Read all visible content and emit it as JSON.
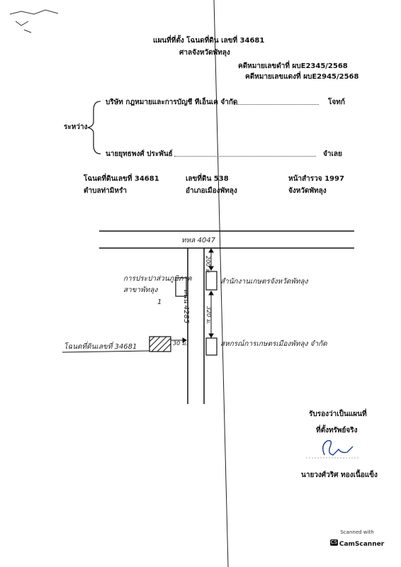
{
  "header": {
    "title": "แผนที่ที่ตั้ง โฉนดที่ดิน เลขที่  34681",
    "court": "ศาลจังหวัดพัทลุง",
    "black_case": "คดีหมายเลขดำที่  ผบE2345/2568",
    "red_case": "คดีหมายเลขแดงที่  ผบE2945/2568"
  },
  "parties": {
    "between_label": "ระหว่าง",
    "plaintiff_name": "บริษัท กฎหมายและการบัญชี ทีเอ็นเค จำกัด",
    "plaintiff_role": "โจทก์",
    "defendant_name": "นายยุทธพงศ์  ประพันธ์",
    "defendant_role": "จำเลย"
  },
  "land": {
    "deed": "โฉนดที่ดินเลขที่ 34681",
    "land_no": "เลขที่ดิน 538",
    "survey_page": "หน้าสำรวจ  1997",
    "subdistrict": "ตำบลท่ามิหรำ",
    "district": "อำเภอเมืองพัทลุง",
    "province": "จังหวัดพัทลุง"
  },
  "map": {
    "highway_label": "ทหล 4047",
    "side_road_label": "ถนน 4285",
    "left_building_line1": "การประปาส่วนภูมิภาค",
    "left_building_line2": "สาขาพัทลุง",
    "left_building_number": "1",
    "right_building_top": "สำนักงานเกษตรจังหวัดพัทลุง",
    "right_building_bottom": "สหกรณ์การเกษตรเมืองพัทลุง จำกัด",
    "dist_top": "200 ม.",
    "dist_middle": "320 ม.",
    "dist_land": "30 ม.",
    "land_pointer": "โฉนดที่ดินเลขที่ 34681"
  },
  "certification": {
    "line1": "รับรองว่าเป็นแผนที่",
    "line2": "ที่ตั้งทรัพย์จริง",
    "signer": "นายวงศ์วริศ  ทองเนื้อแข็ง"
  },
  "watermark": {
    "small": "Scanned with",
    "brand": "CamScanner",
    "icon": "camscanner-icon"
  }
}
